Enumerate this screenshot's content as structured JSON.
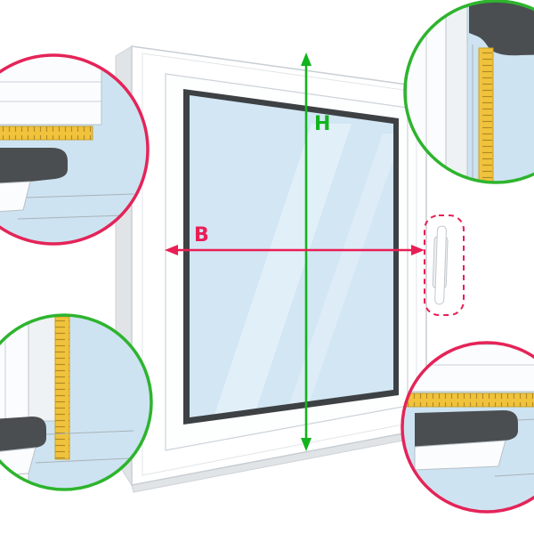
{
  "diagram": {
    "name": "window-measurement-diagram",
    "labels": {
      "height": "H",
      "width": "B"
    },
    "colors": {
      "height_arrow": "#12b41c",
      "width_arrow": "#e91e55",
      "callout_green": "#2eb42e",
      "callout_crimson": "#e42458",
      "glass": "#d2e6f4",
      "tape": "#f1c33c",
      "profile_dark": "#4b4e51",
      "frame": "#ffffff",
      "frame_shadow": "#e0e4e7",
      "background": "#ffffff"
    },
    "window": {
      "type": "white-pvc-window-in-perspective",
      "handle": "vertical-handle-right-side-highlighted-with-dashed-box"
    },
    "callouts": [
      {
        "position": "top-left",
        "ring": "crimson",
        "content": "frame-cross-section-with-horizontal-measuring-tape"
      },
      {
        "position": "top-right",
        "ring": "green",
        "content": "frame-cross-section-with-vertical-measuring-tape"
      },
      {
        "position": "bottom-left",
        "ring": "green",
        "content": "frame-cross-section-with-vertical-measuring-tape"
      },
      {
        "position": "bottom-right",
        "ring": "crimson",
        "content": "frame-cross-section-with-horizontal-measuring-tape"
      }
    ]
  }
}
